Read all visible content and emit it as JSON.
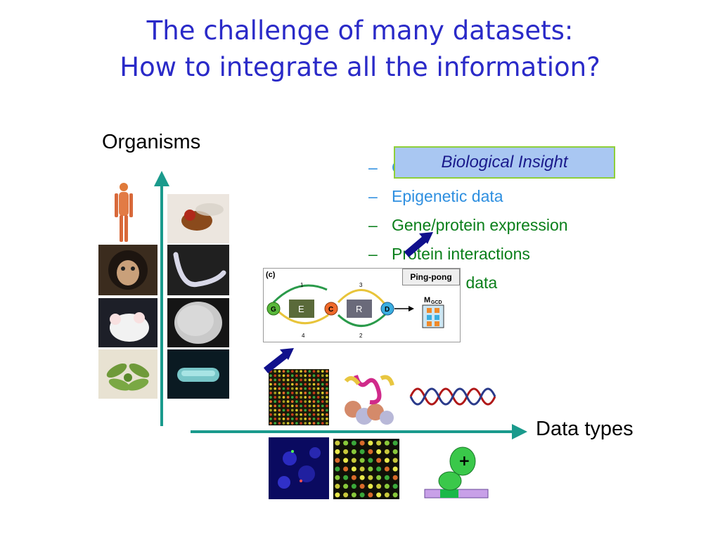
{
  "slide": {
    "title_line1": "The challenge of many datasets:",
    "title_line2": "How to integrate all the information?",
    "y_axis_label": "Organisms",
    "x_axis_label": "Data types",
    "insight_box": "Biological Insight",
    "bullets": [
      {
        "text": "G",
        "color": "#2e8fe0"
      },
      {
        "text": "Epigenetic data",
        "color": "#2e8fe0"
      },
      {
        "text": "Gene/protein expression",
        "color": "#0a7f1a"
      },
      {
        "text": "Protein interactions",
        "color": "#0a7f1a"
      },
      {
        "text": "mal data",
        "color": "#0a7f1a"
      }
    ],
    "dash": "–"
  },
  "diagram": {
    "panel_label": "(c)",
    "method_label": "Ping-pong",
    "matrix_label": "M",
    "matrix_sub": "GCD",
    "nodes": [
      "G",
      "E",
      "C",
      "R",
      "D"
    ],
    "edge_labels": [
      "1",
      "3",
      "4",
      "2"
    ]
  },
  "colors": {
    "title": "#2a2ac8",
    "axis": "#1a9a8c",
    "arrow": "#10108c",
    "insight_bg": "#a9c7f2",
    "insight_border": "#8fcf3a"
  }
}
